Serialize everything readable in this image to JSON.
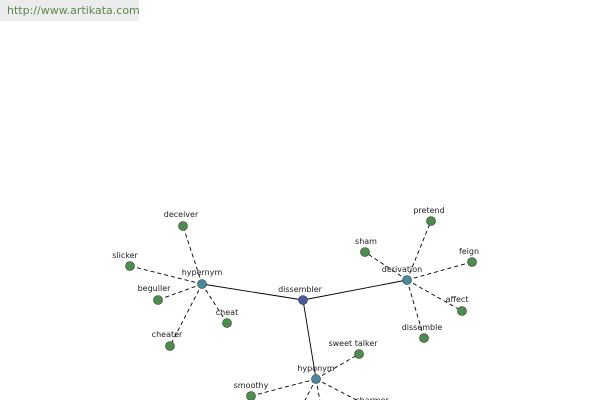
{
  "header": {
    "source_url": "http://www.artikata.com"
  },
  "colors": {
    "center_node": "#4a5aa0",
    "relation_node": "#4a8aa0",
    "word_node": "#4c8c4c",
    "solid_edge": "#000000",
    "dashed_edge": "#000000"
  },
  "graph": {
    "center": {
      "id": "dissembler",
      "label": "dissembler"
    },
    "relations": [
      {
        "id": "hypernym",
        "label": "hypernym"
      },
      {
        "id": "derivation",
        "label": "derivation"
      },
      {
        "id": "hyponym",
        "label": "hyponym"
      }
    ],
    "words": [
      {
        "id": "deceiver",
        "label": "deceiver",
        "relation": "hypernym"
      },
      {
        "id": "slicker",
        "label": "slicker",
        "relation": "hypernym"
      },
      {
        "id": "beguiler",
        "label": "beguiler",
        "relation": "hypernym"
      },
      {
        "id": "cheat",
        "label": "cheat",
        "relation": "hypernym"
      },
      {
        "id": "cheater",
        "label": "cheater",
        "relation": "hypernym"
      },
      {
        "id": "pretend",
        "label": "pretend",
        "relation": "derivation"
      },
      {
        "id": "sham",
        "label": "sham",
        "relation": "derivation"
      },
      {
        "id": "feign",
        "label": "feign",
        "relation": "derivation"
      },
      {
        "id": "affect",
        "label": "affect",
        "relation": "derivation"
      },
      {
        "id": "dissemble",
        "label": "dissemble",
        "relation": "derivation"
      },
      {
        "id": "sweet-talker",
        "label": "sweet talker",
        "relation": "hyponym"
      },
      {
        "id": "smoothy",
        "label": "smoothy",
        "relation": "hyponym"
      },
      {
        "id": "charmer",
        "label": "charmer",
        "relation": "hyponym"
      },
      {
        "id": "hyponym-leaf-3",
        "label": "",
        "relation": "hyponym"
      },
      {
        "id": "hyponym-leaf-4",
        "label": "",
        "relation": "hyponym"
      }
    ]
  }
}
